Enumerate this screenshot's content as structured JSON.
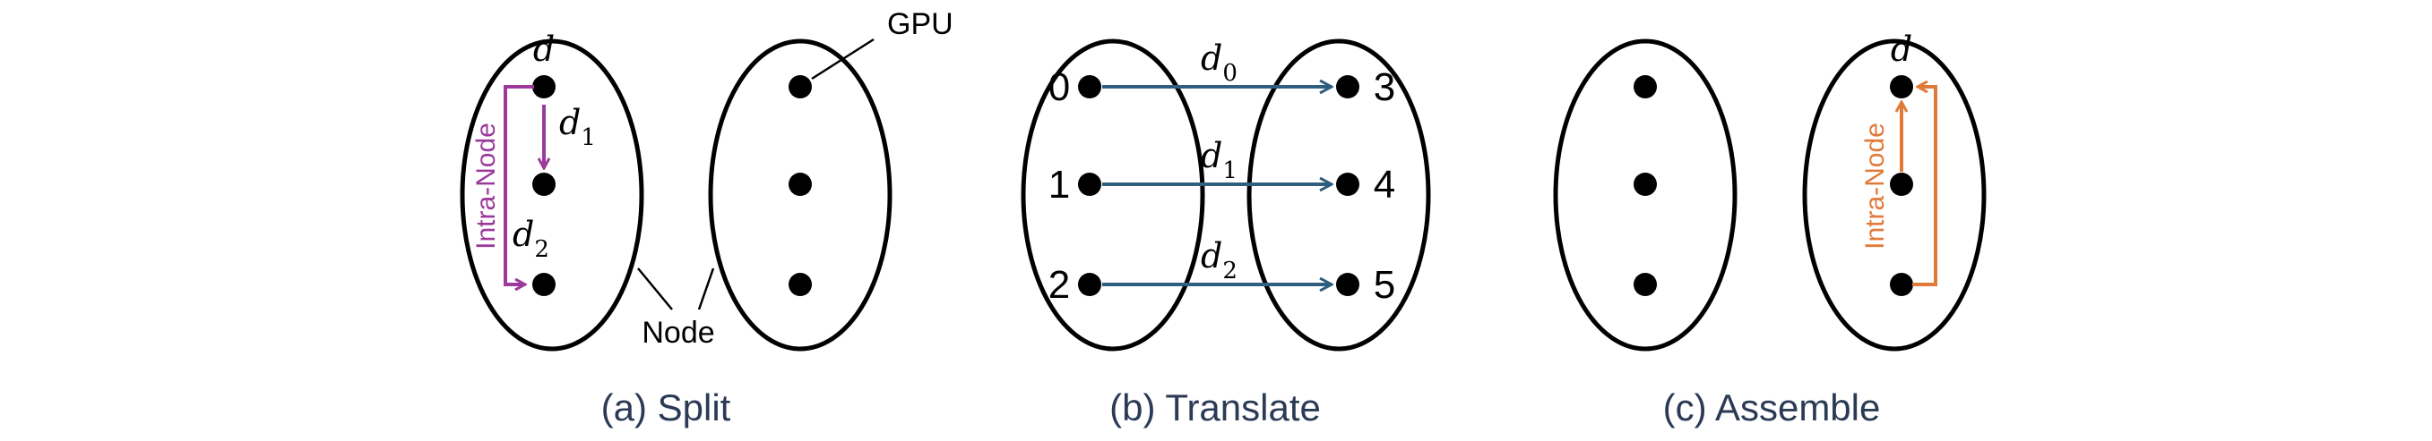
{
  "colors": {
    "node_stroke": "#000000",
    "gpu_fill": "#000000",
    "split_arrow": "#9b3a9a",
    "translate_arrow": "#2f5f7f",
    "assemble_arrow": "#e07a3a",
    "caption": "#2b3a55"
  },
  "panels": {
    "split": {
      "caption": "(a) Split",
      "gpu_callout": "GPU",
      "node_callout": "Node",
      "intra_label": "Intra-Node",
      "d_label": "d",
      "d1_base": "d",
      "d1_sub": "1",
      "d2_base": "d",
      "d2_sub": "2"
    },
    "translate": {
      "caption": "(b) Translate",
      "left_ids": [
        "0",
        "1",
        "2"
      ],
      "right_ids": [
        "3",
        "4",
        "5"
      ],
      "arrow_labels": [
        {
          "base": "d",
          "sub": "0"
        },
        {
          "base": "d",
          "sub": "1"
        },
        {
          "base": "d",
          "sub": "2"
        }
      ]
    },
    "assemble": {
      "caption": "(c) Assemble",
      "intra_label": "Intra-Node",
      "d_label": "d"
    }
  }
}
